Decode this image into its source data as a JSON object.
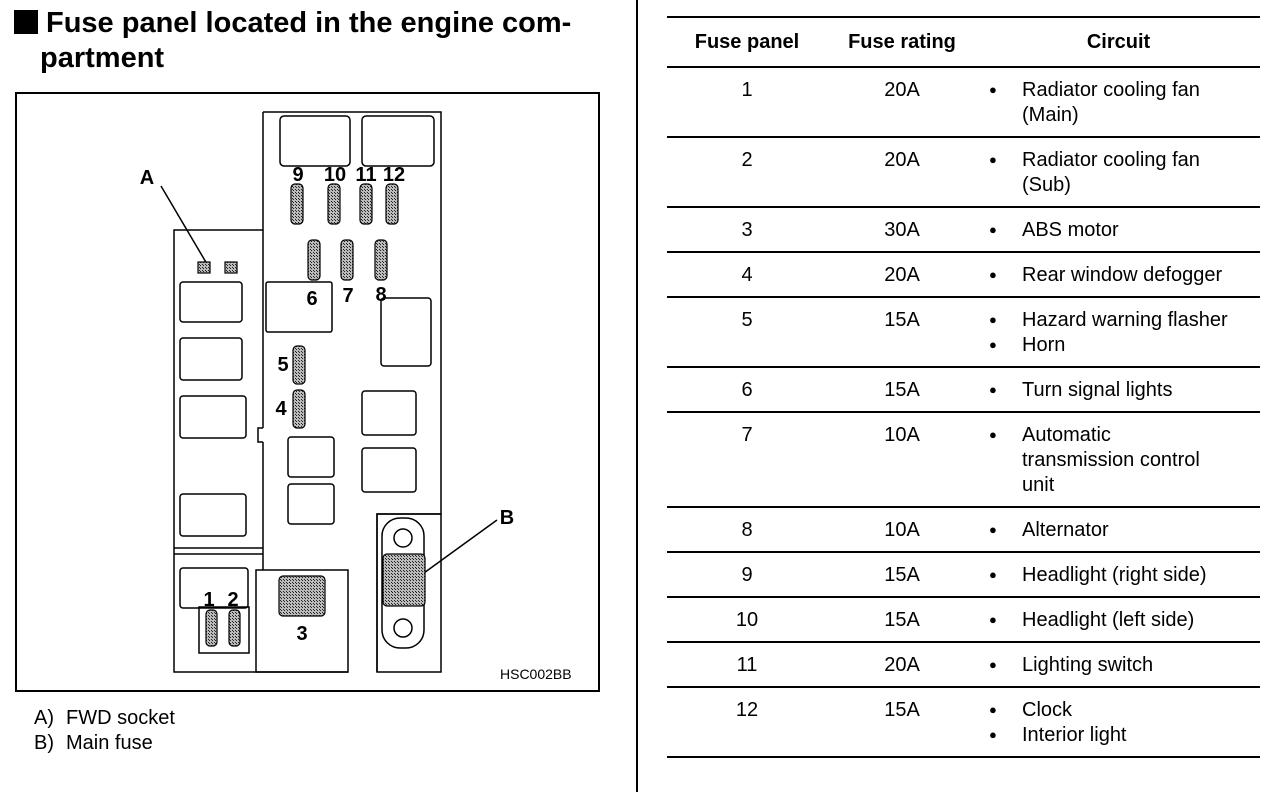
{
  "heading": {
    "line1": "Fuse panel located in the engine com-",
    "line2": "partment"
  },
  "figure": {
    "code": "HSC002BB",
    "callout_a": "A",
    "callout_b": "B",
    "fuse_numbers": [
      "1",
      "2",
      "3",
      "4",
      "5",
      "6",
      "7",
      "8",
      "9",
      "10",
      "11",
      "12"
    ]
  },
  "legend": [
    {
      "key": "A)",
      "text": "FWD socket"
    },
    {
      "key": "B)",
      "text": "Main fuse"
    }
  ],
  "table": {
    "headers": [
      "Fuse panel",
      "Fuse rating",
      "Circuit"
    ],
    "rows": [
      {
        "panel": "1",
        "rating": "20A",
        "circuits": [
          [
            "Radiator cooling fan",
            "(Main)"
          ]
        ]
      },
      {
        "panel": "2",
        "rating": "20A",
        "circuits": [
          [
            "Radiator cooling fan",
            "(Sub)"
          ]
        ]
      },
      {
        "panel": "3",
        "rating": "30A",
        "circuits": [
          [
            "ABS motor"
          ]
        ]
      },
      {
        "panel": "4",
        "rating": "20A",
        "circuits": [
          [
            "Rear window defogger"
          ]
        ]
      },
      {
        "panel": "5",
        "rating": "15A",
        "circuits": [
          [
            "Hazard warning flasher"
          ],
          [
            "Horn"
          ]
        ]
      },
      {
        "panel": "6",
        "rating": "15A",
        "circuits": [
          [
            "Turn signal lights"
          ]
        ]
      },
      {
        "panel": "7",
        "rating": "10A",
        "circuits": [
          [
            "Automatic",
            "transmission control",
            "unit"
          ]
        ]
      },
      {
        "panel": "8",
        "rating": "10A",
        "circuits": [
          [
            "Alternator"
          ]
        ]
      },
      {
        "panel": "9",
        "rating": "15A",
        "circuits": [
          [
            "Headlight (right side)"
          ]
        ]
      },
      {
        "panel": "10",
        "rating": "15A",
        "circuits": [
          [
            "Headlight (left side)"
          ]
        ]
      },
      {
        "panel": "11",
        "rating": "20A",
        "circuits": [
          [
            "Lighting switch"
          ]
        ]
      },
      {
        "panel": "12",
        "rating": "15A",
        "circuits": [
          [
            "Clock"
          ],
          [
            "Interior light"
          ]
        ]
      }
    ]
  }
}
